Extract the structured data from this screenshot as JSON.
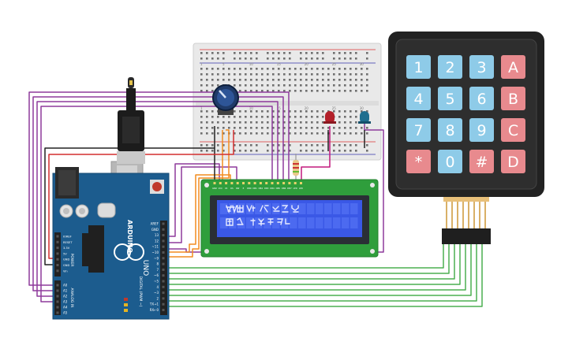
{
  "arduino": {
    "brand": "ARDUINO",
    "model": "UNO",
    "digital_label": "DIGITAL (PWM ~)",
    "analog_label": "ANALOG IN",
    "power_label": "POWER",
    "digital_pins": [
      "AREF",
      "GND",
      "13",
      "12",
      "~11",
      "~10",
      "~9",
      "8",
      "7",
      "~6",
      "~5",
      "4",
      "~3",
      "2",
      "TX→1",
      "RX←0"
    ],
    "power_pins": [
      "IOREF",
      "RESET",
      "3.3V",
      "5V",
      "GND",
      "GND",
      "Vin"
    ],
    "analog_pins": [
      "A0",
      "A1",
      "A2",
      "A3",
      "A4",
      "A5"
    ]
  },
  "keypad": {
    "keys": [
      {
        "label": "1",
        "color": "#8ecbe8"
      },
      {
        "label": "2",
        "color": "#8ecbe8"
      },
      {
        "label": "3",
        "color": "#8ecbe8"
      },
      {
        "label": "A",
        "color": "#e88a8e"
      },
      {
        "label": "4",
        "color": "#8ecbe8"
      },
      {
        "label": "5",
        "color": "#8ecbe8"
      },
      {
        "label": "6",
        "color": "#8ecbe8"
      },
      {
        "label": "B",
        "color": "#e88a8e"
      },
      {
        "label": "7",
        "color": "#8ecbe8"
      },
      {
        "label": "8",
        "color": "#8ecbe8"
      },
      {
        "label": "9",
        "color": "#8ecbe8"
      },
      {
        "label": "C",
        "color": "#e88a8e"
      },
      {
        "label": "*",
        "color": "#e88a8e"
      },
      {
        "label": "0",
        "color": "#8ecbe8"
      },
      {
        "label": "#",
        "color": "#e88a8e"
      },
      {
        "label": "D",
        "color": "#e88a8e"
      }
    ]
  },
  "lcd": {
    "pin_labels": [
      "GND",
      "VCC",
      "V0",
      "RS",
      "RW",
      "E",
      "DB0",
      "DB1",
      "DB2",
      "DB3",
      "DB4",
      "DB5",
      "DB6",
      "DB7",
      "LED",
      "LED"
    ]
  },
  "breadboard": {
    "columns": [
      "1",
      "5",
      "10",
      "15",
      "20",
      "25",
      "30"
    ]
  },
  "colors": {
    "arduino": "#1c5c8e",
    "lcd_pcb": "#2f9e3c",
    "lcd_screen": "#3a58e6",
    "wire_purple": "#8e3a9c",
    "wire_green": "#4caf50",
    "wire_orange": "#f28c1e",
    "wire_black": "#222222",
    "wire_red": "#d32f2f",
    "wire_magenta": "#c2187d",
    "keypad_body": "#222222"
  }
}
